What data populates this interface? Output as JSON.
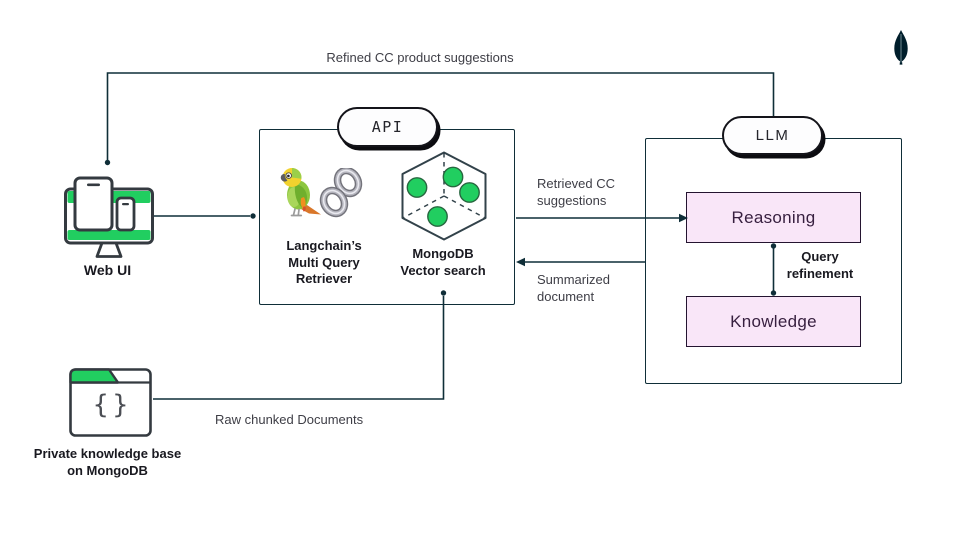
{
  "title": "RAG architecture diagram: Web UI, API with Langchain retriever and MongoDB vector search, LLM reasoning loop",
  "colors": {
    "green": "#21ce60",
    "pink_fill": "#f9e6f8",
    "pink_border": "#241430",
    "pink_text": "#371f3f",
    "line": "#0f2e38",
    "pill_border": "#14141a",
    "label_gray": "#3e3e46",
    "label_dark": "#191920",
    "icon_stroke": "#343a40",
    "leaf_navy": "#001e2b"
  },
  "nodes": {
    "api_pill": "API",
    "llm_pill": "LLM",
    "reasoning": "Reasoning",
    "knowledge": "Knowledge",
    "web_ui": "Web UI",
    "langchain": "Langchain’s\nMulti Query\nRetriever",
    "mongo_vector": "MongoDB\nVector search",
    "private_kb": "Private knowledge base\non MongoDB",
    "folder_braces": [
      "{",
      "}"
    ]
  },
  "edges": {
    "refined": "Refined CC product suggestions",
    "retrieved": "Retrieved CC\nsuggestions",
    "summarized": "Summarized\ndocument",
    "query_refinement": "Query\nrefinement",
    "raw_chunked": "Raw chunked Documents"
  },
  "icons": {
    "web_ui": "monitor-tablet-phone-devices-icon",
    "langchain": "parrot-and-chain-link-icon",
    "mongo_vector": "hexagon-green-nodes-icon",
    "private_kb": "folder-with-braces-icon",
    "brand": "mongodb-leaf-icon"
  }
}
